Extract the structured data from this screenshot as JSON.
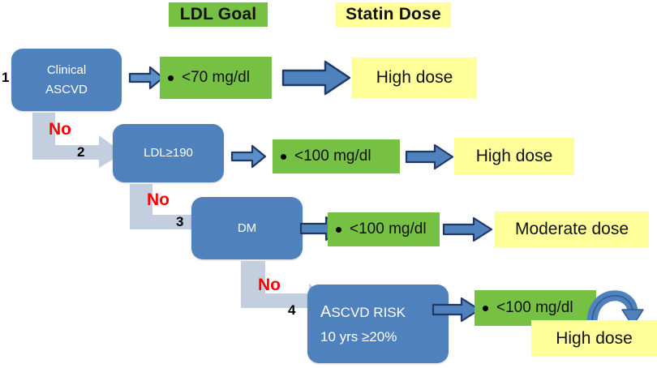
{
  "diagram": {
    "title": "ASCVD statin treatment decision flowchart",
    "colors": {
      "blue_box": "#4f81bd",
      "green_goal": "#76c043",
      "yellow_dose": "#ffff99",
      "elbow_arrow": "#c3cfdf",
      "arrow_blue": "#4f81bd",
      "arrow_outline": "#1f3864",
      "no_label": "#ff0000"
    },
    "headers": [
      {
        "id": "ldl-goal",
        "label": "LDL Goal"
      },
      {
        "id": "statin-dose",
        "label": "Statin Dose"
      }
    ],
    "rows": [
      {
        "num": "1",
        "condition": [
          "Clinical",
          "ASCVD"
        ],
        "goal": "<70 mg/dl",
        "dose": "High dose",
        "no_label": "No"
      },
      {
        "num": "2",
        "condition": [
          "LDL≥190"
        ],
        "goal": "<100 mg/dl",
        "dose": "High dose",
        "no_label": "No"
      },
      {
        "num": "3",
        "condition": [
          "DM"
        ],
        "goal": "<100 mg/dl",
        "dose": "Moderate dose",
        "no_label": "No"
      },
      {
        "num": "4",
        "condition": [
          "Ascvd risk",
          "10 yrs  ≥20%"
        ],
        "condition_caps_lead": "A",
        "condition_caps_rest": "SCVD RISK",
        "goal": "<100 mg/dl",
        "dose": "High dose",
        "no_label": "No"
      }
    ],
    "icons": {
      "right_arrow": "right-arrow-icon",
      "elbow_arrow": "elbow-down-right-arrow-icon",
      "curved_arrow": "curved-down-arrow-icon",
      "bullet": "bullet-dot-icon"
    }
  }
}
